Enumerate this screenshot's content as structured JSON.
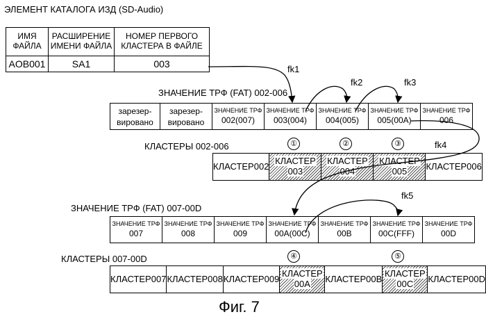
{
  "title": "ЭЛЕМЕНТ КАТАЛОГА ИЗД (SD-Audio)",
  "directory": {
    "headers": [
      "ИМЯ ФАЙЛА",
      "РАСШИРЕНИЕ ИМЕНИ ФАЙЛА",
      "НОМЕР ПЕРВОГО КЛАСТЕРА В ФАЙЛЕ"
    ],
    "values": [
      "AOB001",
      "SA1",
      "003"
    ]
  },
  "fat1": {
    "label": "ЗНАЧЕНИЕ ТРФ (FAT)  002-006",
    "cells": [
      {
        "top": "зарезер-",
        "bottom": "вировано"
      },
      {
        "top": "зарезер-",
        "bottom": "вировано"
      },
      {
        "top": "ЗНАЧЕНИЕ ТРФ",
        "bottom": "002(007)"
      },
      {
        "top": "ЗНАЧЕНИЕ ТРФ",
        "bottom": "003(004)"
      },
      {
        "top": "ЗНАЧЕНИЕ ТРФ",
        "bottom": "004(005)"
      },
      {
        "top": "ЗНАЧЕНИЕ ТРФ",
        "bottom": "005(00A)"
      },
      {
        "top": "ЗНАЧЕНИЕ ТРФ",
        "bottom": "006"
      }
    ]
  },
  "clusters1": {
    "label": "КЛАСТЕРЫ 002-006",
    "cells": [
      {
        "top": "КЛАСТЕР",
        "bottom": "002"
      },
      {
        "top": "КЛАСТЕР",
        "bottom": "003"
      },
      {
        "top": "КЛАСТЕР",
        "bottom": "004"
      },
      {
        "top": "КЛАСТЕР",
        "bottom": "005"
      },
      {
        "top": "КЛАСТЕР",
        "bottom": "006"
      }
    ],
    "markers": [
      "①",
      "②",
      "③"
    ]
  },
  "fat2": {
    "label": "ЗНАЧЕНИЕ ТРФ (FAT) 007-00D",
    "cells": [
      {
        "top": "ЗНАЧЕНИЕ ТРФ",
        "bottom": "007"
      },
      {
        "top": "ЗНАЧЕНИЕ ТРФ",
        "bottom": "008"
      },
      {
        "top": "ЗНАЧЕНИЕ ТРФ",
        "bottom": "009"
      },
      {
        "top": "ЗНАЧЕНИЕ ТРФ",
        "bottom": "00A(00C)"
      },
      {
        "top": "ЗНАЧЕНИЕ ТРФ",
        "bottom": "00B"
      },
      {
        "top": "ЗНАЧЕНИЕ ТРФ",
        "bottom": "00C(FFF)"
      },
      {
        "top": "ЗНАЧЕНИЕ ТРФ",
        "bottom": "00D"
      }
    ]
  },
  "clusters2": {
    "label": "КЛАСТЕРЫ 007-00D",
    "cells": [
      {
        "top": "КЛАСТЕР",
        "bottom": "007"
      },
      {
        "top": "КЛАСТЕР",
        "bottom": "008"
      },
      {
        "top": "КЛАСТЕР",
        "bottom": "009"
      },
      {
        "top": "КЛАСТЕР",
        "bottom": "00A"
      },
      {
        "top": "КЛАСТЕР",
        "bottom": "00B"
      },
      {
        "top": "КЛАСТЕР",
        "bottom": "00C"
      },
      {
        "top": "КЛАСТЕР",
        "bottom": "00D"
      }
    ],
    "markers": [
      "④",
      "⑤"
    ]
  },
  "links": [
    "fk1",
    "fk2",
    "fk3",
    "fk4",
    "fk5"
  ],
  "caption": "Фиг. 7"
}
